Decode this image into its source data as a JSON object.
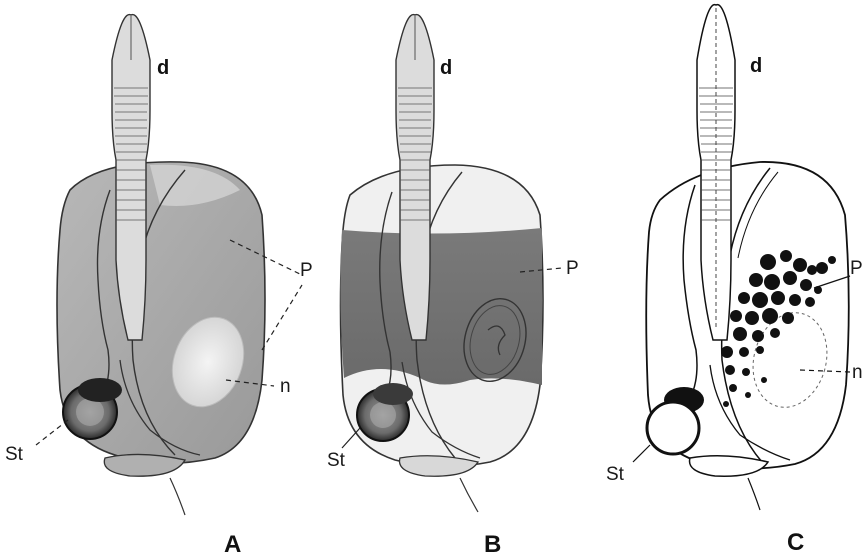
{
  "panels": [
    {
      "letter": "A",
      "labels": {
        "d": "d",
        "P": "P",
        "n": "n",
        "St": "St"
      }
    },
    {
      "letter": "B",
      "labels": {
        "d": "d",
        "P": "P",
        "St": "St"
      }
    },
    {
      "letter": "C",
      "labels": {
        "d": "d",
        "P": "P",
        "n": "n",
        "St": "St"
      }
    }
  ]
}
